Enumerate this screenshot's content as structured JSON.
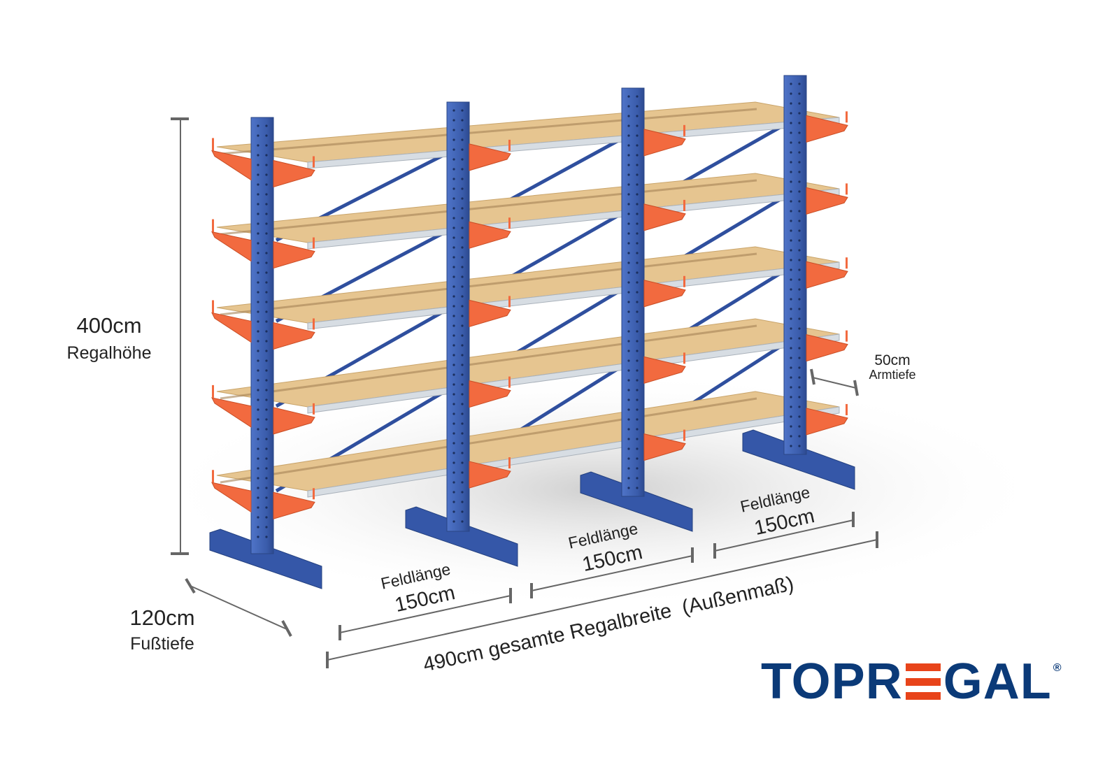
{
  "colors": {
    "logo_blue": "#0b3a78",
    "logo_orange": "#e8441a",
    "column_blue": "#3f63b5",
    "arm_orange": "#f26a3f",
    "board": "#e6c590",
    "dimension_line": "#555555"
  },
  "dimensions": {
    "height": {
      "value": "400cm",
      "label": "Regalhöhe"
    },
    "foot_depth": {
      "value": "120cm",
      "label": "Fußtiefe"
    },
    "arm_depth": {
      "value": "50cm",
      "label": "Armtiefe"
    },
    "fields": [
      {
        "label": "Feldlänge",
        "value": "150cm"
      },
      {
        "label": "Feldlänge",
        "value": "150cm"
      },
      {
        "label": "Feldlänge",
        "value": "150cm"
      }
    ],
    "total_width": "490cm gesamte Regalbreite  (Außenmaß)"
  },
  "logo": {
    "part1": "TOPR",
    "part2": "GAL",
    "registered": "®",
    "full": "TOPREGAL"
  },
  "rack": {
    "levels": 5,
    "columns": 4
  }
}
